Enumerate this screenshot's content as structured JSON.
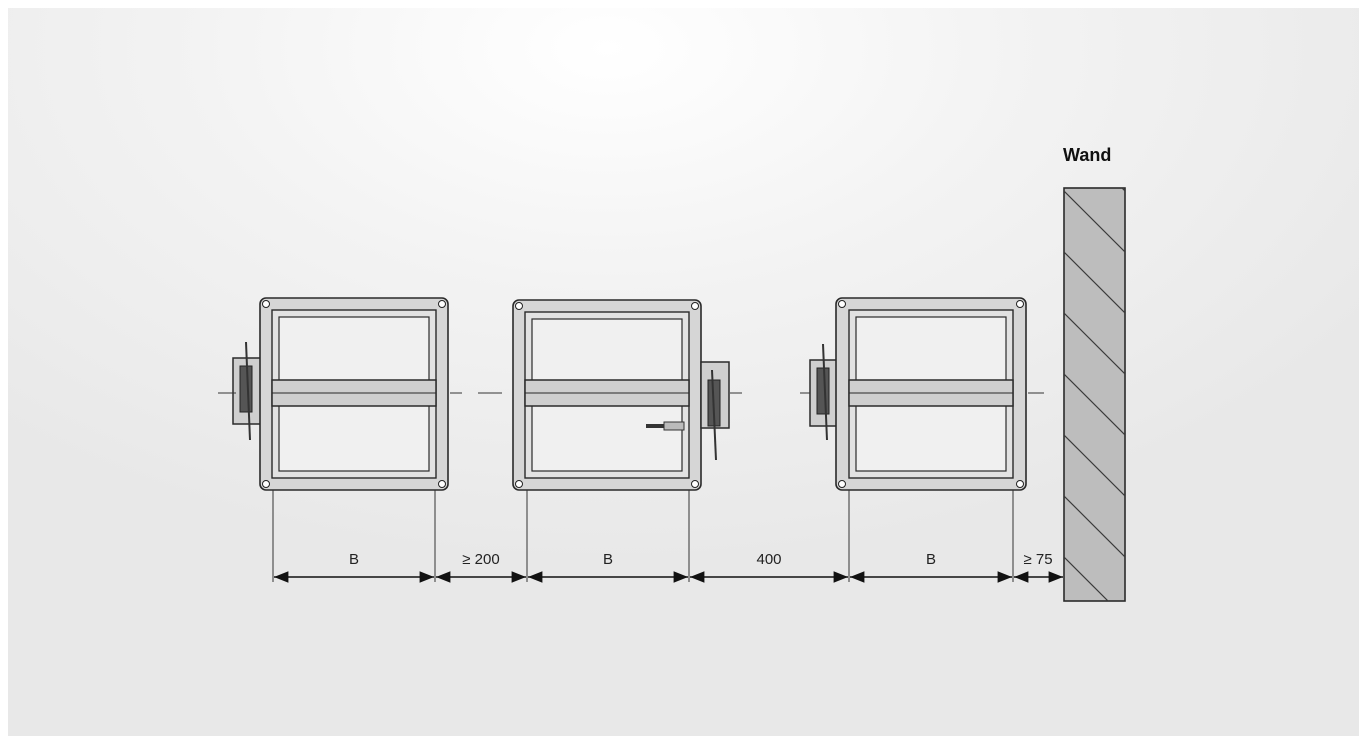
{
  "wall": {
    "label": "Wand"
  },
  "dimensions": {
    "width_1": "B",
    "gap_1": "≥ 200",
    "width_2": "B",
    "gap_2": "400",
    "width_3": "B",
    "gap_wall": "≥ 75"
  },
  "colors": {
    "frame_fill": "#d6d6d6",
    "frame_inner": "#ececec",
    "wall_fill": "#bdbdbd",
    "line": "#2a2a2a"
  }
}
